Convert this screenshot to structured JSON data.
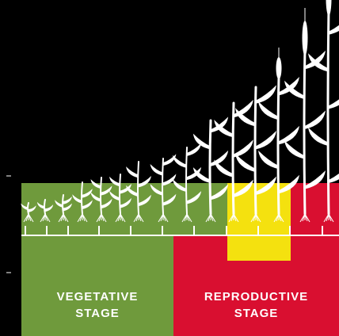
{
  "colors": {
    "background": "#000000",
    "vegetative": "#6f9a3c",
    "reproductive": "#d90f30",
    "highlight": "#f4e10f",
    "plant": "#ffffff"
  },
  "stages": {
    "vegetative": {
      "label": "VEGETATIVE\nSTAGE"
    },
    "reproductive": {
      "label": "REPRODUCTIVE\nSTAGE"
    }
  },
  "plants": {
    "count": 15,
    "icon": "wheat-plant-icon"
  }
}
